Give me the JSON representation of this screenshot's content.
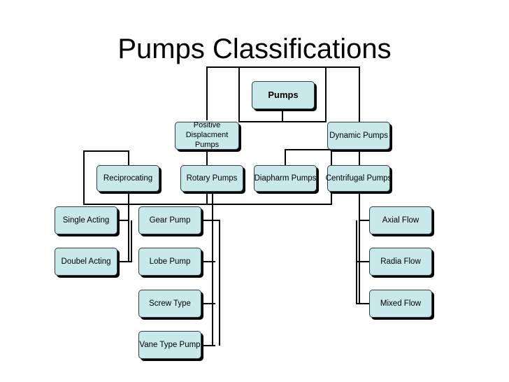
{
  "title": "Pumps Classifications",
  "nodes": {
    "pumps": "Pumps",
    "positive_displacement": "Positive Displacment Pumps",
    "dynamic": "Dynamic Pumps",
    "reciprocating": "Reciprocating",
    "rotary": "Rotary Pumps",
    "diapharm": "Diapharm Pumps",
    "centrifugal": "Centrifugal Pumps",
    "single_acting": "Single Acting",
    "doubel_acting": "Doubel Acting",
    "gear": "Gear Pump",
    "lobe": "Lobe Pump",
    "screw": "Screw Type",
    "vane": "Vane Type Pump",
    "axial": "Axial Flow",
    "radia": "Radia Flow",
    "mixed": "Mixed Flow"
  },
  "colors": {
    "node_fill": "#c8e8ea",
    "node_border": "#2e3f46",
    "line": "#000000"
  }
}
